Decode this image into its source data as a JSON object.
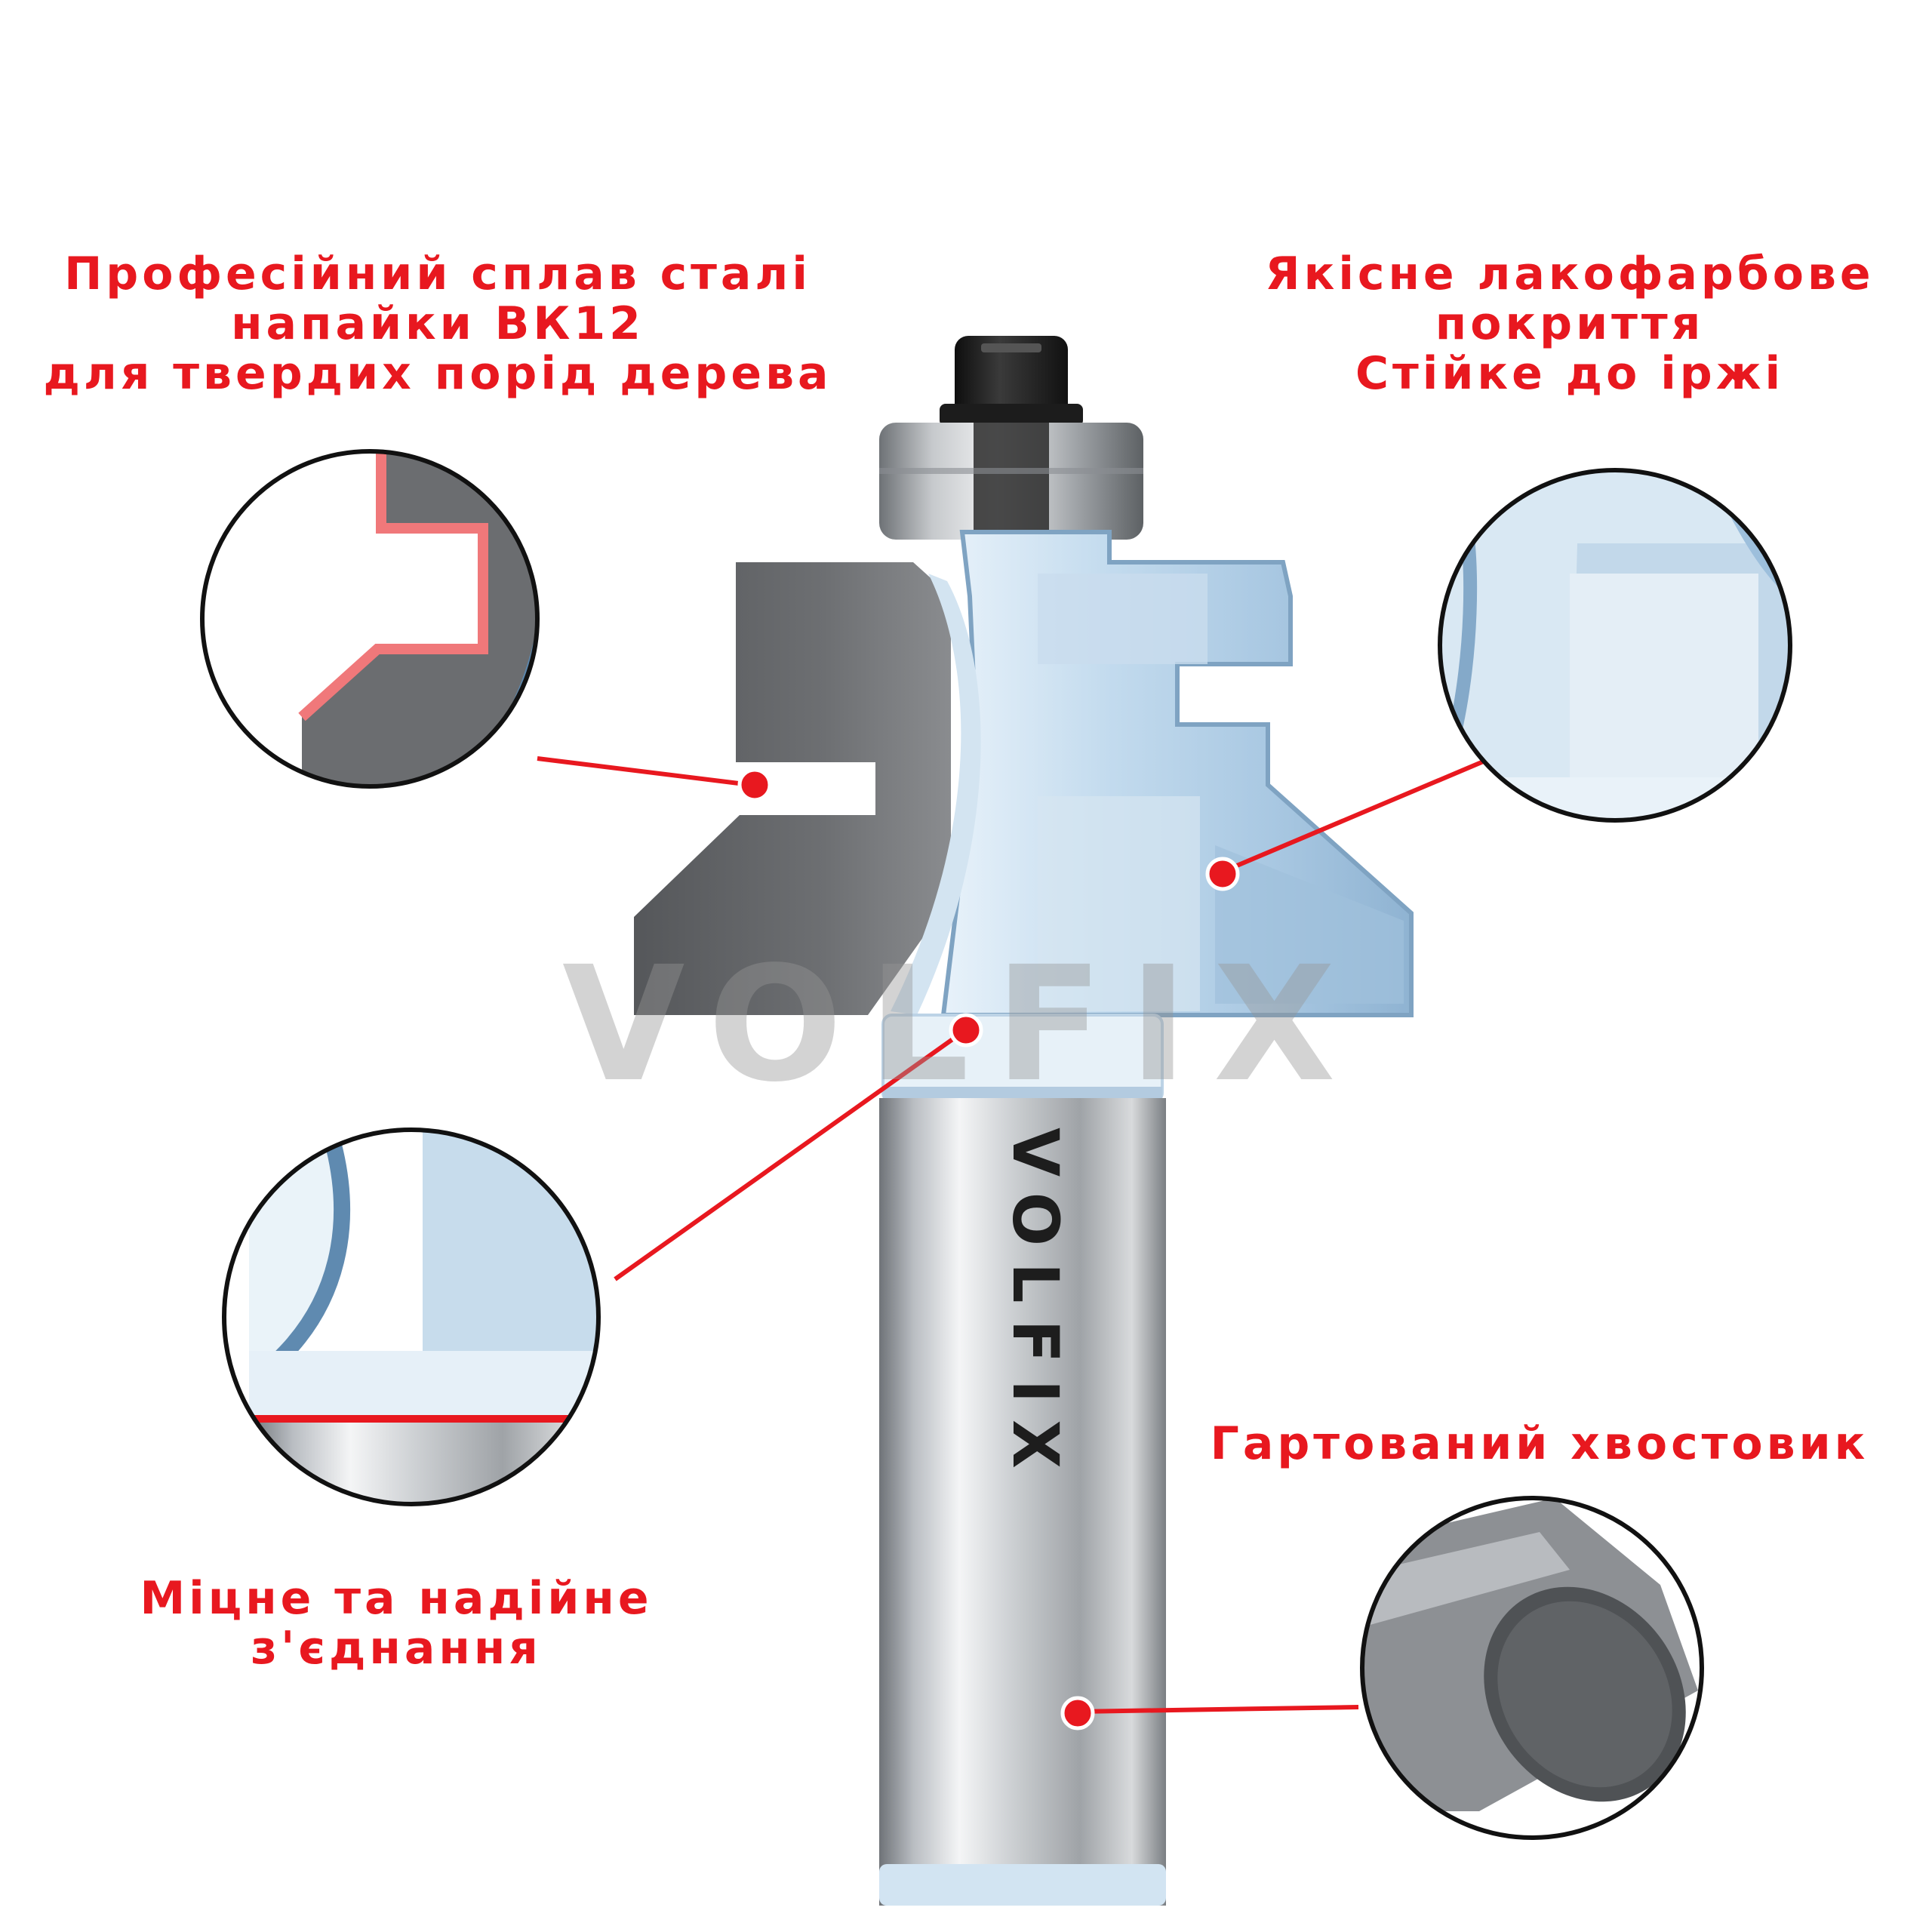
{
  "brand": {
    "watermark": "VOLFIX",
    "shank_print": "VOLFIX"
  },
  "callouts": {
    "alloy": {
      "lines": [
        "Професійний сплав сталі",
        "напайки ВК12",
        "для твердих порід дерева"
      ]
    },
    "paint": {
      "lines": [
        "Якісне лакофарбове",
        "покриття",
        "Стійке до іржі"
      ]
    },
    "joint": {
      "lines": [
        "Міцне та надійне",
        "з'єднання"
      ]
    },
    "shank": {
      "lines": [
        "Гартований хвостовик"
      ]
    }
  },
  "colors": {
    "accent": "#e8181f",
    "carbide": "#6b6d70",
    "body_blue": "#b5d2e8",
    "shank_steel": "#b9bdc2"
  }
}
